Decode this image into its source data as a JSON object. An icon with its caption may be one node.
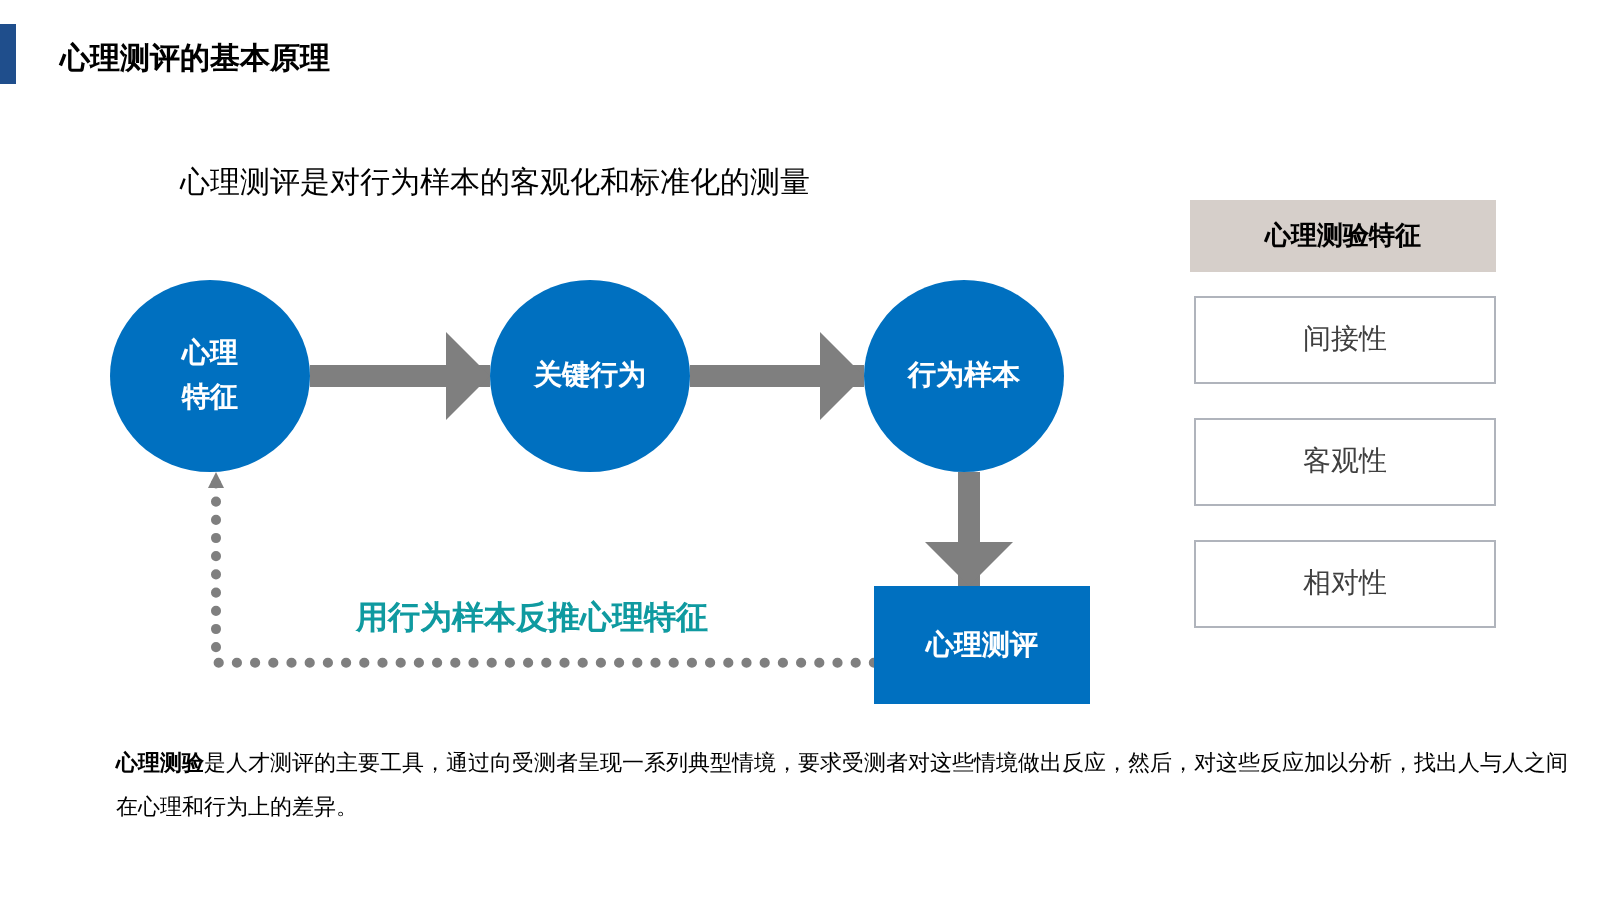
{
  "diagram": {
    "title": "心理测评的基本原理",
    "nodes": [
      {
        "text": [
          "心理特征"
        ]
      },
      {
        "text": [
          "关键行为"
        ]
      },
      {
        "text": [
          "行为样本"
        ]
      },
      {
        "text": [
          "心理测评"
        ]
      },
      {
        "text": [
          "心理测验特征"
        ]
      },
      {
        "text": [
          "间接性"
        ]
      },
      {
        "text": [
          "客观性"
        ]
      },
      {
        "text": [
          "相对性"
        ]
      }
    ],
    "edges": [
      {
        "from": 0,
        "to": 1,
        "arrow": "to"
      },
      {
        "from": 1,
        "to": 2,
        "arrow": "to"
      },
      {
        "from": 2,
        "to": 3,
        "arrow": "to"
      },
      {
        "from": 3,
        "to": 0,
        "arrow": "to",
        "style": "dashed",
        "label": "用行为样本反推心理特征"
      }
    ],
    "labels": [
      "心理测评是对行为样本的客观化和标准化的测量",
      "**心理测验**是人才测评的主要工具，通过向受测者呈现一系列典型情境，要求受测者对这些情境做出反应，然后，对这些反应加以分析，找出人与人之间在心理和行为上的差异。"
    ]
  }
}
